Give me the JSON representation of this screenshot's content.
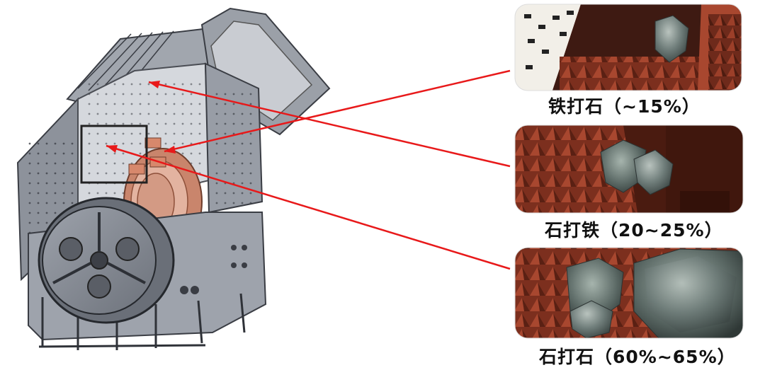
{
  "captions": {
    "iron_on_stone": "铁打石（~15%）",
    "stone_on_iron": "石打铁（20~25%）",
    "stone_on_stone": "石打石（60%~65%）"
  },
  "colors": {
    "arrow": "#e8191a",
    "machine_body": "#8a8f9a",
    "machine_dark": "#50545c",
    "rotor_copper": "#d9a08a",
    "chamber_brick": "#8a3522",
    "rock": "#7d8a8a"
  },
  "figure": {
    "subject": "hammer-crusher-cutaway",
    "panels": [
      "iron-hits-stone-photo",
      "stone-hits-iron-photo",
      "stone-hits-stone-photo"
    ]
  }
}
